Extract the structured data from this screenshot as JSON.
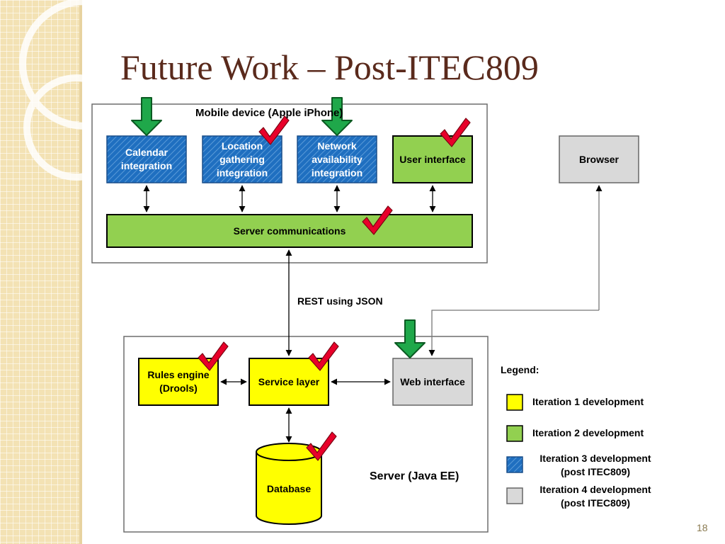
{
  "slide": {
    "title": "Future Work – Post-ITEC809",
    "number": "18"
  },
  "colors": {
    "title": "#5a2a1c",
    "iteration1_yellow": "#ffff00",
    "iteration2_green": "#92d050",
    "iteration3_blue": "#1f6fc0",
    "iteration4_gray": "#d9d9d9",
    "arrow_green": "#1fa84a",
    "check_red": "#e8002a"
  },
  "diagram": {
    "mobile_container_label": "Mobile device (Apple iPhone)",
    "server_container_label": "Server (Java EE)",
    "rest_label": "REST using JSON",
    "components": {
      "calendar": "Calendar\nintegration",
      "location": "Location\ngathering\nintegration",
      "network": "Network\navailability\nintegration",
      "user_interface": "User interface",
      "server_comms": "Server communications",
      "browser": "Browser",
      "rules_engine": "Rules engine\n(Drools)",
      "service_layer": "Service layer",
      "web_interface": "Web interface",
      "database": "Database"
    },
    "legend": {
      "title": "Legend:",
      "items": [
        {
          "label": "Iteration 1 development",
          "color": "#ffff00"
        },
        {
          "label": "Iteration 2 development",
          "color": "#92d050"
        },
        {
          "label": "Iteration 3 development\n(post ITEC809)",
          "color": "#1f6fc0"
        },
        {
          "label": "Iteration 4 development\n(post ITEC809)",
          "color": "#d9d9d9"
        }
      ]
    }
  }
}
